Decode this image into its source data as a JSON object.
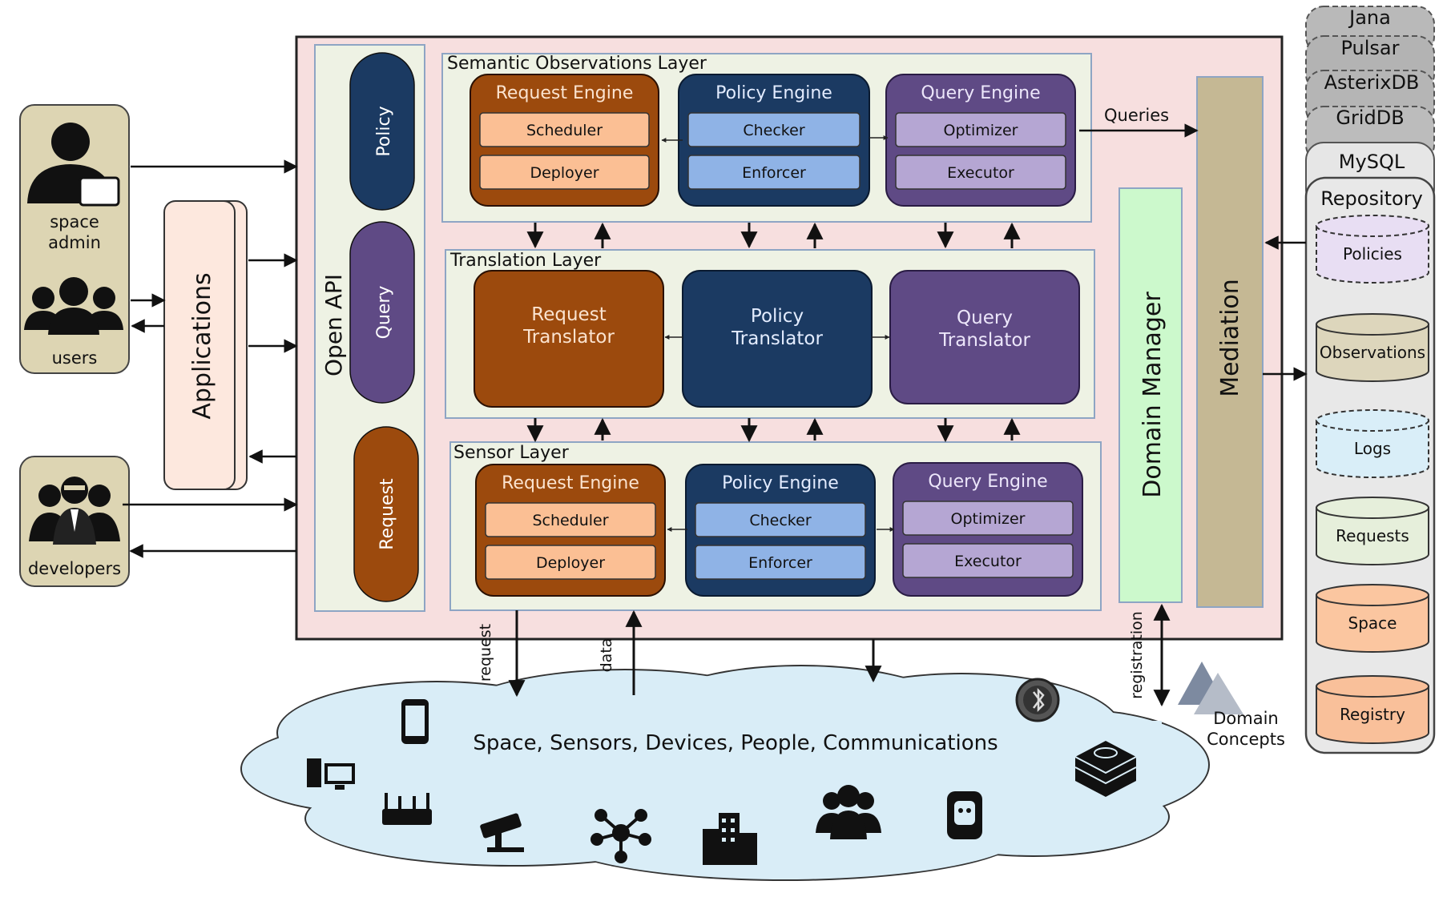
{
  "actors": {
    "space_admin": "space\nadmin",
    "users": "users",
    "developers": "developers"
  },
  "applications": "Applications",
  "open_api": {
    "title": "Open API",
    "policy": "Policy",
    "query": "Query",
    "request": "Request"
  },
  "semantic_layer": {
    "title": "Semantic Observations Layer",
    "request_engine": {
      "title": "Request Engine",
      "items": [
        "Scheduler",
        "Deployer"
      ]
    },
    "policy_engine": {
      "title": "Policy Engine",
      "items": [
        "Checker",
        "Enforcer"
      ]
    },
    "query_engine": {
      "title": "Query Engine",
      "items": [
        "Optimizer",
        "Executor"
      ]
    }
  },
  "translation_layer": {
    "title": "Translation Layer",
    "request_translator": "Request\nTranslator",
    "policy_translator": "Policy\nTranslator",
    "query_translator": "Query\nTranslator"
  },
  "sensor_layer": {
    "title": "Sensor Layer",
    "request_engine": {
      "title": "Request Engine",
      "items": [
        "Scheduler",
        "Deployer"
      ]
    },
    "policy_engine": {
      "title": "Policy Engine",
      "items": [
        "Checker",
        "Enforcer"
      ]
    },
    "query_engine": {
      "title": "Query Engine",
      "items": [
        "Optimizer",
        "Executor"
      ]
    }
  },
  "queries_label": "Queries",
  "domain_manager": "Domain Manager",
  "mediation": "Mediation",
  "storage_stack": [
    "Jana",
    "Pulsar",
    "AsterixDB",
    "GridDB",
    "MySQL"
  ],
  "repository": {
    "title": "Repository",
    "cylinders": [
      "Policies",
      "Observations",
      "Logs",
      "Requests",
      "Space",
      "Registry"
    ]
  },
  "cloud": {
    "text": "Space, Sensors, Devices, People, Communications",
    "icons": [
      "smartphone-icon",
      "desktop-computer-icon",
      "router-icon",
      "cctv-camera-icon",
      "network-hub-icon",
      "buildings-icon",
      "people-group-icon",
      "smart-plug-icon",
      "bluetooth-icon",
      "server-icon"
    ]
  },
  "arrow_labels": {
    "request": "request",
    "data": "data",
    "registration": "registration"
  },
  "domain_concepts": "Domain\nConcepts",
  "colors": {
    "request_orange": "#9c4a0d",
    "request_light": "#fbbf94",
    "policy_navy": "#1b3a62",
    "policy_light": "#8fb3e6",
    "query_purple": "#5f4a85",
    "query_light": "#b5a6d3",
    "frame_pink": "#f7dfdf",
    "layer_green": "#eef2e4",
    "domain_green": "#ccf9cc",
    "mediation_tan": "#c5b894",
    "actor_tan": "#ddd5b3",
    "cloud_blue": "#d9edf7"
  }
}
